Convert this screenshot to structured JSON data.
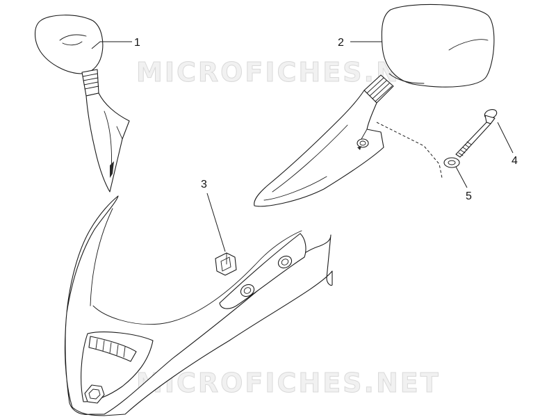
{
  "watermark": {
    "text": "MICROFICHES.NET"
  },
  "callouts": [
    {
      "id": "1",
      "label": "1"
    },
    {
      "id": "2",
      "label": "2"
    },
    {
      "id": "3",
      "label": "3"
    },
    {
      "id": "4",
      "label": "4"
    },
    {
      "id": "5",
      "label": "5"
    }
  ],
  "parts": [
    {
      "callout": "1",
      "name": "left-mirror"
    },
    {
      "callout": "2",
      "name": "right-mirror"
    },
    {
      "callout": "3",
      "name": "clip-nut"
    },
    {
      "callout": "4",
      "name": "bolt"
    },
    {
      "callout": "5",
      "name": "washer"
    },
    {
      "callout": "",
      "name": "front-shield"
    }
  ],
  "colors": {
    "line": "#1a1a1a",
    "background": "#ffffff",
    "watermark": "#d9d9d9"
  }
}
